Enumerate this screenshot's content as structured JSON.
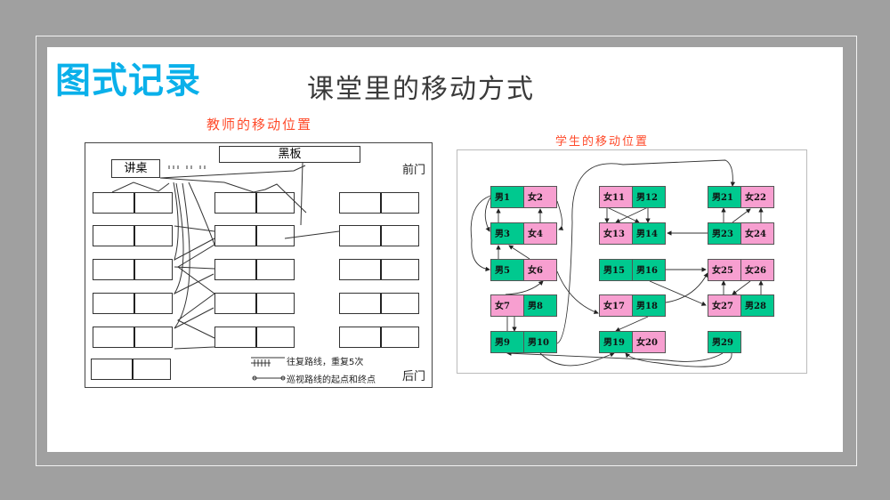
{
  "header": {
    "brand": "图式记录",
    "title": "课堂里的移动方式"
  },
  "teacher": {
    "title": "教师的移动位置",
    "lectern": "讲桌",
    "blackboard": "黑板",
    "front_door": "前门",
    "back_door": "后门",
    "legend": {
      "repeat": "往复路线，重复5次",
      "endpoints": "巡视路线的起点和终点"
    }
  },
  "students": {
    "title": "学生的移动位置",
    "colors": {
      "male": "#00c98f",
      "female": "#f79fd0"
    },
    "cells": [
      {
        "label": "男1",
        "g": "m"
      },
      {
        "label": "女2",
        "g": "f"
      },
      {
        "label": "女11",
        "g": "f"
      },
      {
        "label": "男12",
        "g": "m"
      },
      {
        "label": "男21",
        "g": "m"
      },
      {
        "label": "女22",
        "g": "f"
      },
      {
        "label": "男3",
        "g": "m"
      },
      {
        "label": "女4",
        "g": "f"
      },
      {
        "label": "女13",
        "g": "f"
      },
      {
        "label": "男14",
        "g": "m"
      },
      {
        "label": "男23",
        "g": "m"
      },
      {
        "label": "女24",
        "g": "f"
      },
      {
        "label": "男5",
        "g": "m"
      },
      {
        "label": "女6",
        "g": "f"
      },
      {
        "label": "男15",
        "g": "m"
      },
      {
        "label": "男16",
        "g": "m"
      },
      {
        "label": "女25",
        "g": "f"
      },
      {
        "label": "女26",
        "g": "f"
      },
      {
        "label": "女7",
        "g": "f"
      },
      {
        "label": "男8",
        "g": "m"
      },
      {
        "label": "女17",
        "g": "f"
      },
      {
        "label": "男18",
        "g": "m"
      },
      {
        "label": "女27",
        "g": "f"
      },
      {
        "label": "男28",
        "g": "m"
      },
      {
        "label": "男9",
        "g": "m"
      },
      {
        "label": "男10",
        "g": "m"
      },
      {
        "label": "男19",
        "g": "m"
      },
      {
        "label": "女20",
        "g": "f"
      },
      {
        "label": "男29",
        "g": "m"
      }
    ]
  }
}
